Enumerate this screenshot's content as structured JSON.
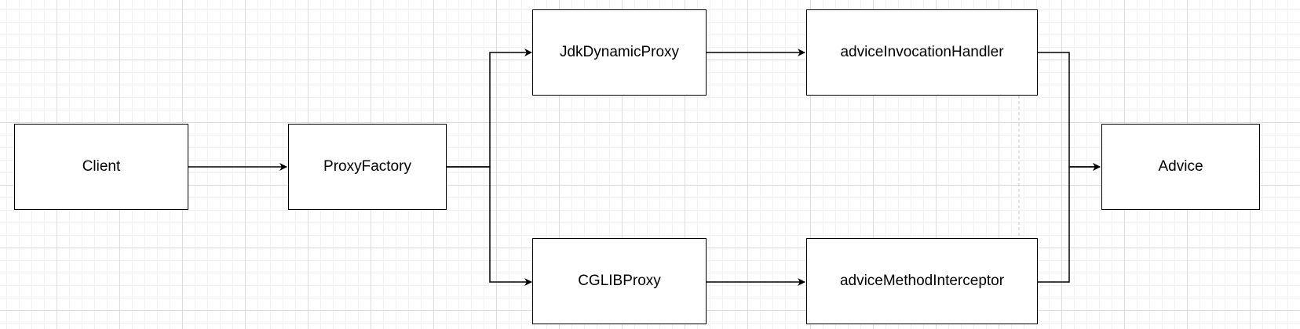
{
  "diagram": {
    "nodes": [
      {
        "id": "client",
        "label": "Client"
      },
      {
        "id": "proxy_factory",
        "label": "ProxyFactory"
      },
      {
        "id": "jdk_dynamic_proxy",
        "label": "JdkDynamicProxy"
      },
      {
        "id": "cglib_proxy",
        "label": "CGLIBProxy"
      },
      {
        "id": "advice_invocation_handler",
        "label": "adviceInvocationHandler"
      },
      {
        "id": "advice_method_interceptor",
        "label": "adviceMethodInterceptor"
      },
      {
        "id": "advice",
        "label": "Advice"
      }
    ],
    "edges": [
      {
        "from": "client",
        "to": "proxy_factory"
      },
      {
        "from": "proxy_factory",
        "to": "jdk_dynamic_proxy"
      },
      {
        "from": "proxy_factory",
        "to": "cglib_proxy"
      },
      {
        "from": "jdk_dynamic_proxy",
        "to": "advice_invocation_handler"
      },
      {
        "from": "cglib_proxy",
        "to": "advice_method_interceptor"
      },
      {
        "from": "advice_invocation_handler",
        "to": "advice"
      },
      {
        "from": "advice_method_interceptor",
        "to": "advice"
      }
    ],
    "colors": {
      "stroke": "#000000",
      "node_fill": "#ffffff",
      "grid": "#dcdcdc"
    }
  }
}
